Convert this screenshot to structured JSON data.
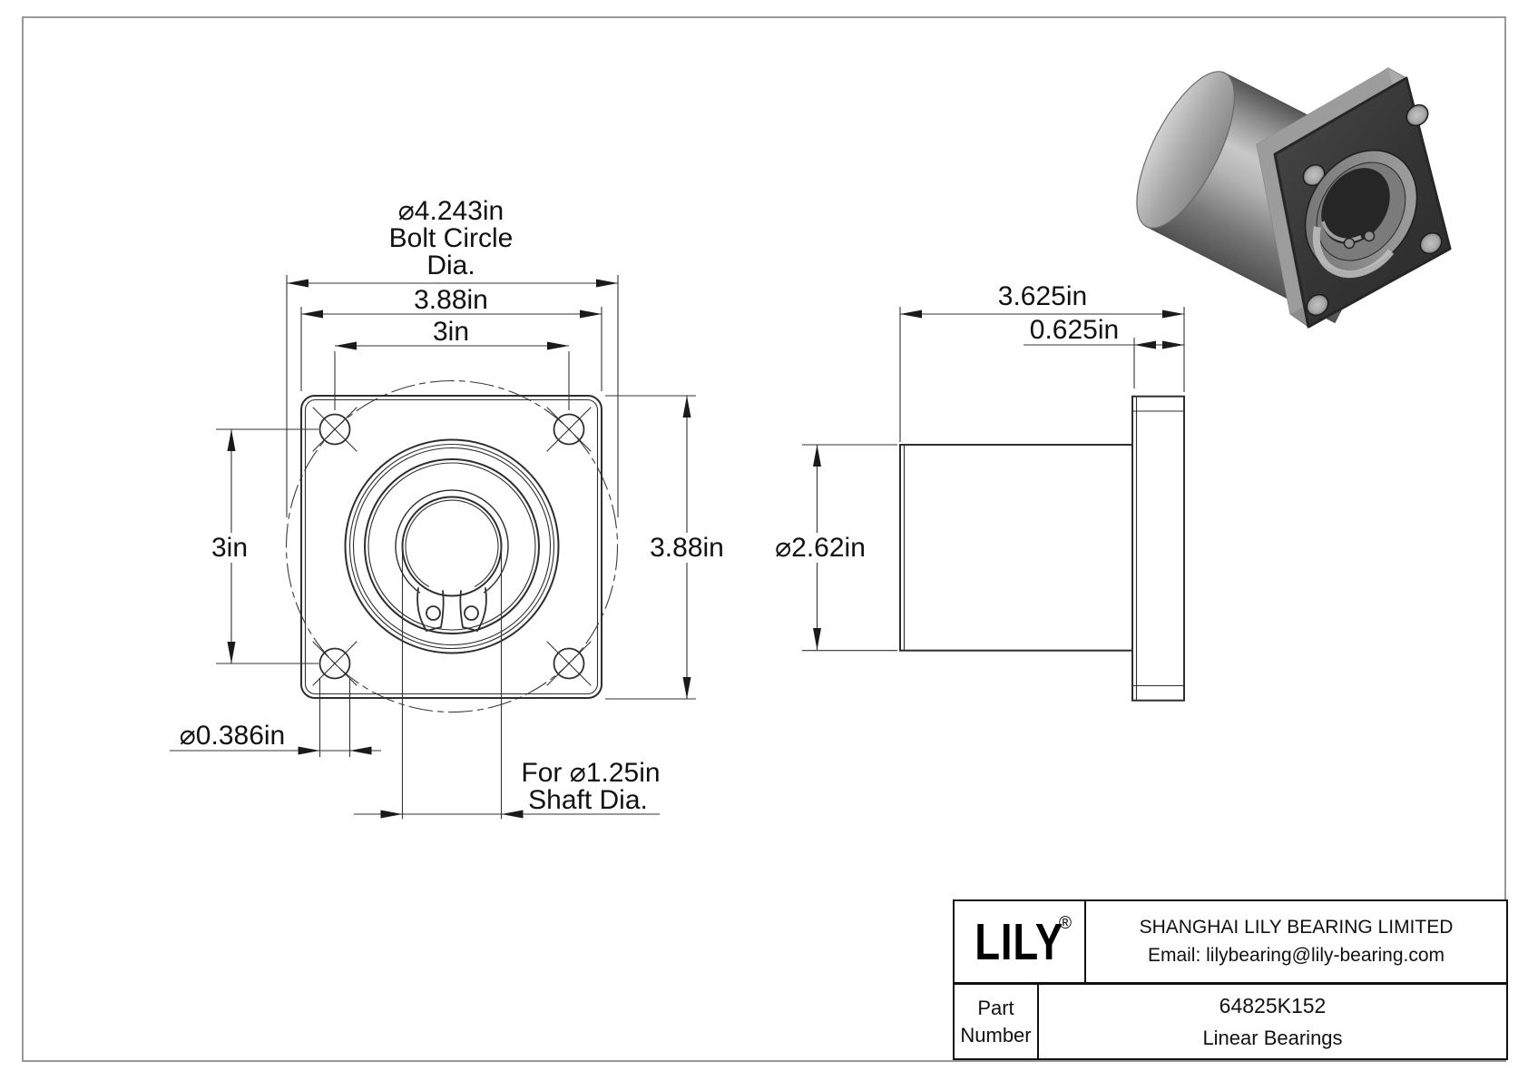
{
  "drawing": {
    "front": {
      "bolt_circle_dia": "⌀4.243in",
      "bolt_circle_label1": "Bolt Circle",
      "bolt_circle_label2": "Dia.",
      "flange_width": "3.88in",
      "bolt_spacing_h": "3in",
      "bolt_spacing_v": "3in",
      "flange_height": "3.88in",
      "bolt_hole_dia": "⌀0.386in",
      "shaft_note_line1": "For ⌀1.25in",
      "shaft_note_line2": "Shaft Dia."
    },
    "side": {
      "overall_length": "3.625in",
      "flange_thickness": "0.625in",
      "outer_dia": "⌀2.62in"
    }
  },
  "title_block": {
    "logo": "LILY",
    "registered": "®",
    "company": "SHANGHAI LILY BEARING LIMITED",
    "email": "Email: lilybearing@lily-bearing.com",
    "part_label_1": "Part",
    "part_label_2": "Number",
    "part_number": "64825K152",
    "category": "Linear Bearings"
  },
  "colors": {
    "line": "#2e2e2e",
    "dim_line": "#333333",
    "border_gray": "#999999",
    "flange_dark": "#383838",
    "metal_light": "#c6c6c6"
  }
}
